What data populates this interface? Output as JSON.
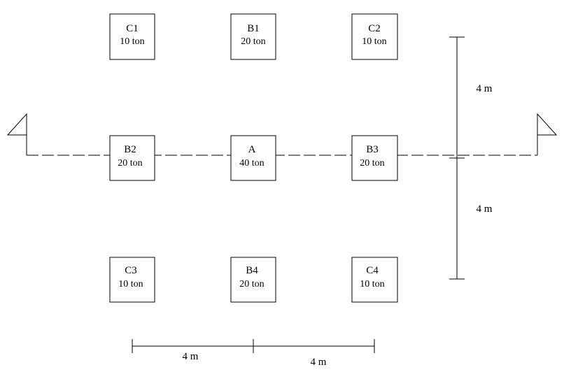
{
  "colors": {
    "stroke": "#000000",
    "background": "#ffffff"
  },
  "section_marker": {
    "icon_left": "flag-triangle-icon",
    "icon_right": "flag-triangle-icon"
  },
  "columns": [
    {
      "id": "C1",
      "load": "10 ton"
    },
    {
      "id": "B1",
      "load": "20 ton"
    },
    {
      "id": "C2",
      "load": "10 ton"
    },
    {
      "id": "B2",
      "load": "20 ton"
    },
    {
      "id": "A",
      "load": "40 ton"
    },
    {
      "id": "B3",
      "load": "20 ton"
    },
    {
      "id": "C3",
      "load": "10 ton"
    },
    {
      "id": "B4",
      "load": "20 ton"
    },
    {
      "id": "C4",
      "load": "10 ton"
    }
  ],
  "dimensions": {
    "vertical_top": "4 m",
    "vertical_bottom": "4 m",
    "horizontal_left": "4 m",
    "horizontal_right": "4 m"
  }
}
